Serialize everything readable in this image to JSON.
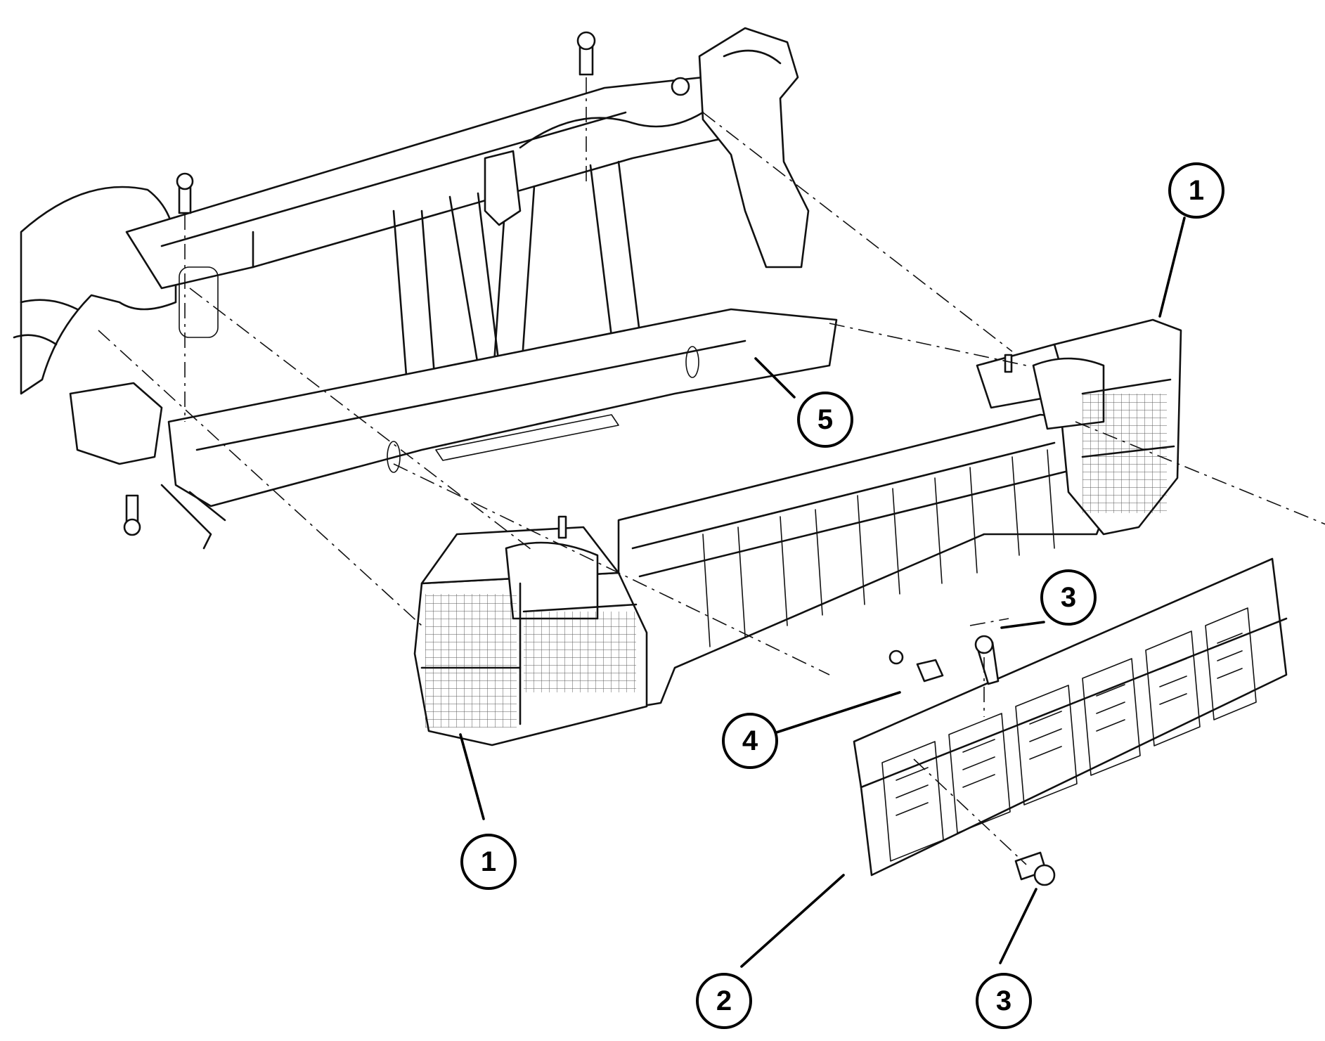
{
  "callouts": [
    {
      "id": "callout-1-right",
      "label": "1"
    },
    {
      "id": "callout-5",
      "label": "5"
    },
    {
      "id": "callout-3-upper",
      "label": "3"
    },
    {
      "id": "callout-4",
      "label": "4"
    },
    {
      "id": "callout-1-left",
      "label": "1"
    },
    {
      "id": "callout-2",
      "label": "2"
    },
    {
      "id": "callout-3-lower",
      "label": "3"
    }
  ],
  "colors": {
    "ink": "#111111",
    "background": "#ffffff"
  }
}
